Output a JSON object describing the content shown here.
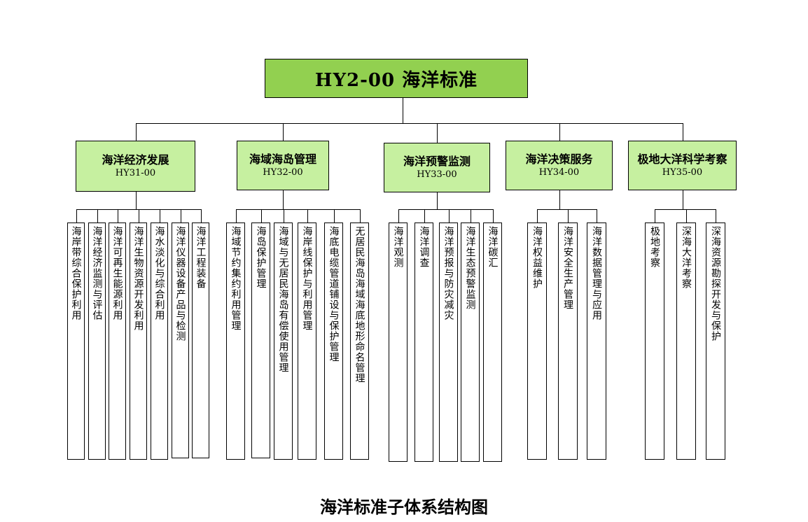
{
  "root": {
    "label": "HY2-00  海洋标准"
  },
  "caption": "海洋标准子体系结构图",
  "categories": [
    {
      "title": "海洋经济发展",
      "code": "HY31-00",
      "items": [
        "海岸带综合保护利用",
        "海洋经济监测与评估",
        "海洋可再生能源利用",
        "海洋生物资源开发利用",
        "海水淡化与综合利用",
        "海洋仪器设备产品与检测",
        "海洋工程装备"
      ]
    },
    {
      "title": "海域海岛管理",
      "code": "HY32-00",
      "items": [
        "海域节约集约利用管理",
        "海岛保护管理",
        "海域与无居民海岛有偿使用管理",
        "海岸线保护与利用管理",
        "海底电缆管道铺设与保护管理",
        "无居民海岛海域海底地形命名管理"
      ]
    },
    {
      "title": "海洋预警监测",
      "code": "HY33-00",
      "items": [
        "海洋观测",
        "海洋调查",
        "海洋预报与防灾减灾",
        "海洋生态预警监测",
        "海洋碳汇"
      ]
    },
    {
      "title": "海洋决策服务",
      "code": "HY34-00",
      "items": [
        "海洋权益维护",
        "海洋安全生产管理",
        "海洋数据管理与应用"
      ]
    },
    {
      "title": "极地大洋科学考察",
      "code": "HY35-00",
      "items": [
        "极地考察",
        "深海大洋考察",
        "深海资源勘探开发与保护"
      ]
    }
  ],
  "colors": {
    "root_fill": "#92d050",
    "category_fill": "#c6f0a0",
    "leaf_fill": "#ffffff",
    "line": "#000000"
  }
}
